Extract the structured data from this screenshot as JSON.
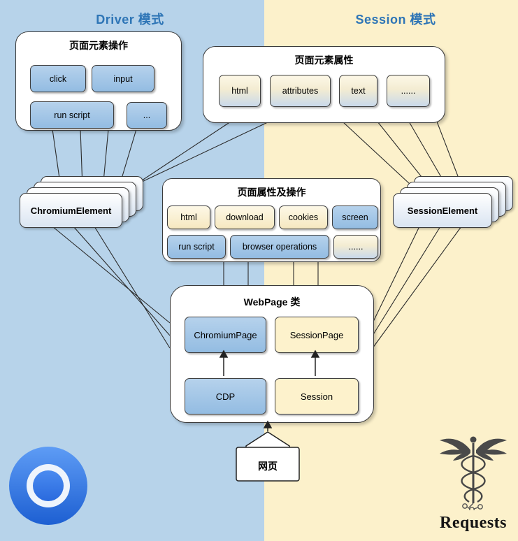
{
  "titles": {
    "driver": "Driver 模式",
    "session": "Session 模式"
  },
  "colors": {
    "left_bg": "#b7d3ea",
    "right_bg": "#fcf1cb",
    "title_blue": "#2e75b6",
    "node_blue": "#9cc3e5",
    "node_cream": "#fdf2cc",
    "line": "#2b2b2b"
  },
  "element_ops_box": {
    "title": "页面元素操作",
    "buttons": [
      "click",
      "input",
      "run script",
      "..."
    ]
  },
  "element_attrs_box": {
    "title": "页面元素属性",
    "buttons": [
      "html",
      "attributes",
      "text",
      "......"
    ]
  },
  "chromium_element_stack": {
    "label": "ChromiumElement"
  },
  "session_element_stack": {
    "label": "SessionElement"
  },
  "page_ops_box": {
    "title": "页面属性及操作",
    "row1": [
      "html",
      "download",
      "cookies",
      "screen"
    ],
    "row2": [
      "run script",
      "browser operations",
      "......"
    ]
  },
  "webpage_box": {
    "title": "WebPage 类",
    "chromium_page": "ChromiumPage",
    "session_page": "SessionPage",
    "cdp": "CDP",
    "session": "Session"
  },
  "webpage_node": {
    "label": "网页"
  },
  "logos": {
    "requests_label": "Requests"
  }
}
